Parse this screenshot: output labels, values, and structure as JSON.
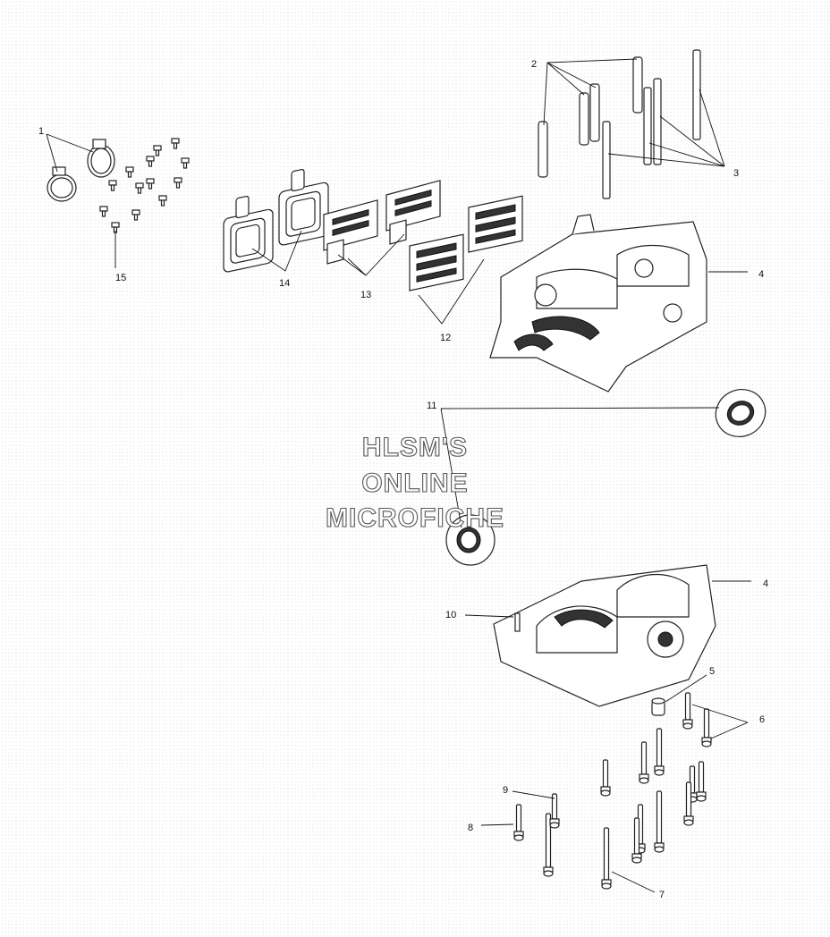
{
  "callouts": {
    "c1": "1",
    "c2": "2",
    "c3": "3",
    "c4a": "4",
    "c4b": "4",
    "c5": "5",
    "c6": "6",
    "c7": "7",
    "c8": "8",
    "c9": "9",
    "c10": "10",
    "c11": "11",
    "c12": "12",
    "c13": "13",
    "c14": "14",
    "c15": "15"
  },
  "watermark": {
    "line1": "HLSM'S",
    "line2": "ONLINE",
    "line3": "MICROFICHE"
  },
  "colors": {
    "background": "#ffffff",
    "line": "#222222",
    "watermark_stroke": "#555555"
  }
}
